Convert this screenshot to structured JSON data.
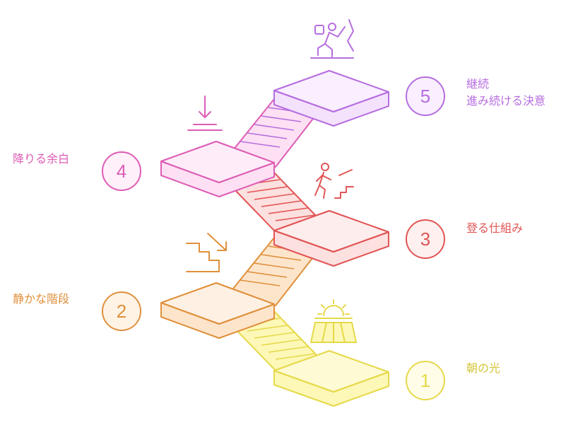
{
  "steps": [
    {
      "number": "1",
      "label": "朝の光",
      "color": "#e6d94a",
      "fill": "#fdf8b8",
      "icon": "sunrise-icon"
    },
    {
      "number": "2",
      "label": "静かな階段",
      "color": "#e0903c",
      "fill": "#fde5cc",
      "icon": "stairs-down-arrow-icon"
    },
    {
      "number": "3",
      "label": "登る仕組み",
      "color": "#e25555",
      "fill": "#fde0e0",
      "icon": "person-climbing-stairs-icon"
    },
    {
      "number": "4",
      "label": "降りる余白",
      "color": "#dd5db5",
      "fill": "#fde0f3",
      "icon": "arrow-down-to-line-icon"
    },
    {
      "number": "5",
      "label": "継続",
      "sublabel": "進み続ける決意",
      "color": "#b76ee0",
      "fill": "#f4e2fd",
      "icon": "climber-icon"
    }
  ]
}
